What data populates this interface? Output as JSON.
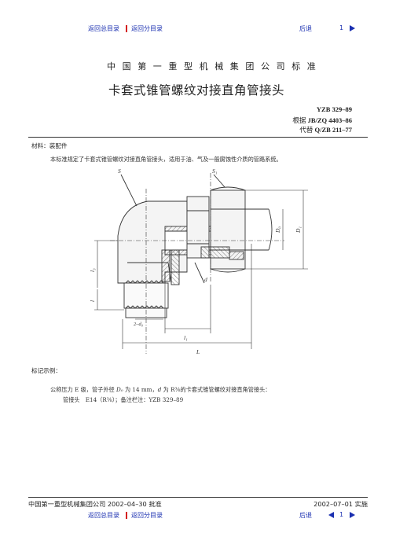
{
  "nav": {
    "back_all": "返回总目录",
    "back_sub": "返回分目录",
    "back": "后退",
    "page": "1"
  },
  "header": {
    "org": "中国第一重型机械集团公司标准",
    "title": "卡套式锥管螺纹对接直角管接头"
  },
  "standard": {
    "code": "YZB 329–89",
    "based_label": "根据",
    "based_code": "JB/ZQ 4403–86",
    "replace_label": "代替",
    "replace_code": "Q/ZB 211–77"
  },
  "material": "材料：装配件",
  "intro": "本标准规定了卡套式锥管螺纹对接直角管接头，适用于油、气及一般腐蚀性介质的管路系统。",
  "drawing": {
    "S": "S",
    "S1": "S₁",
    "D0": "D₀",
    "D1": "D₁",
    "d": "d",
    "L": "L",
    "l": "l",
    "l1": "l₁",
    "l3": "l₃",
    "two_d0": "2–d₀"
  },
  "marking": {
    "heading": "标记示例：",
    "line1_a": "公称压力 E 级，管子外径",
    "line1_var1": "D₀",
    "line1_b": "为 14 mm，",
    "line1_var2": "d",
    "line1_c": "为 R⅜的卡套式锥管螺纹对接直角管接头：",
    "line2": "管接头　E14（R⅜）；备注栏注：YZB 329–89"
  },
  "footer": {
    "approved": "中国第一重型机械集团公司 2002–04–30 批准",
    "implemented": "2002–07–01 实施"
  }
}
